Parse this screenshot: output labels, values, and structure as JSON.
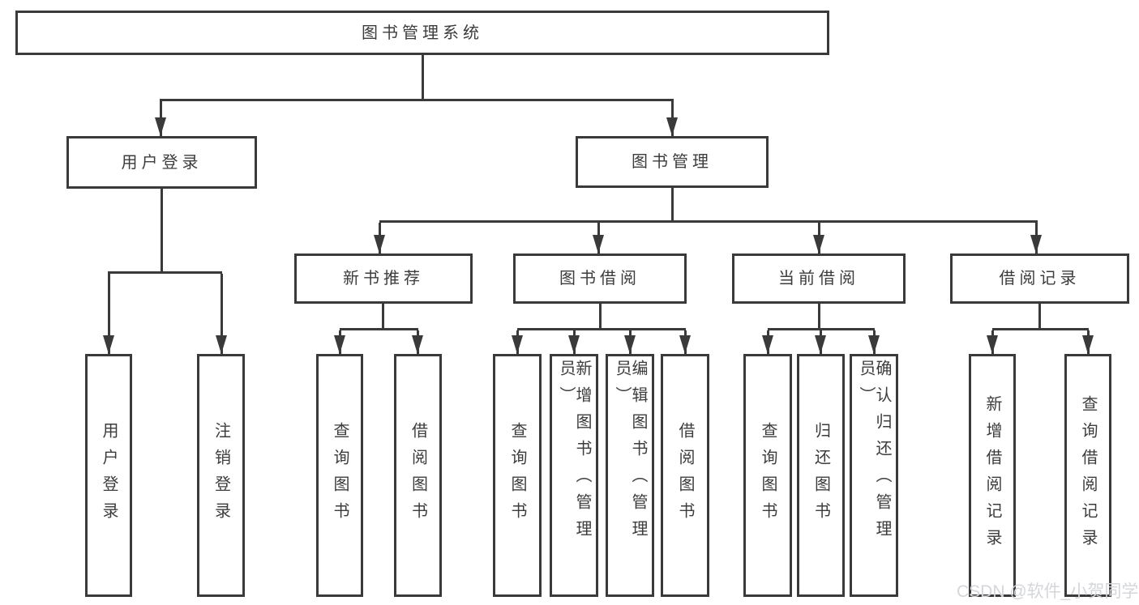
{
  "tree": {
    "root": {
      "label": "图书管理系统"
    },
    "branches": [
      {
        "label": "用户登录",
        "children": [
          {
            "label": "用户登录"
          },
          {
            "label": "注销登录"
          }
        ]
      },
      {
        "label": "图书管理",
        "sections": [
          {
            "label": "新书推荐",
            "children": [
              {
                "label": "查询图书"
              },
              {
                "label": "借阅图书"
              }
            ]
          },
          {
            "label": "图书借阅",
            "children": [
              {
                "label": "查询图书"
              },
              {
                "label": "新增图书（管理员）"
              },
              {
                "label": "编辑图书（管理员）"
              },
              {
                "label": "借阅图书"
              }
            ]
          },
          {
            "label": "当前借阅",
            "children": [
              {
                "label": "查询图书"
              },
              {
                "label": "归还图书"
              },
              {
                "label": "确认归还（管理员）"
              }
            ]
          },
          {
            "label": "借阅记录",
            "children": [
              {
                "label": "新增借阅记录"
              },
              {
                "label": "查询借阅记录"
              }
            ]
          }
        ]
      }
    ]
  },
  "watermark": {
    "text": "CSDN @软件_小贺同学"
  },
  "colors": {
    "line": "#3a3a3a",
    "text": "#3c3c3c",
    "bg": "#ffffff",
    "watermark": "#d4d6da"
  }
}
